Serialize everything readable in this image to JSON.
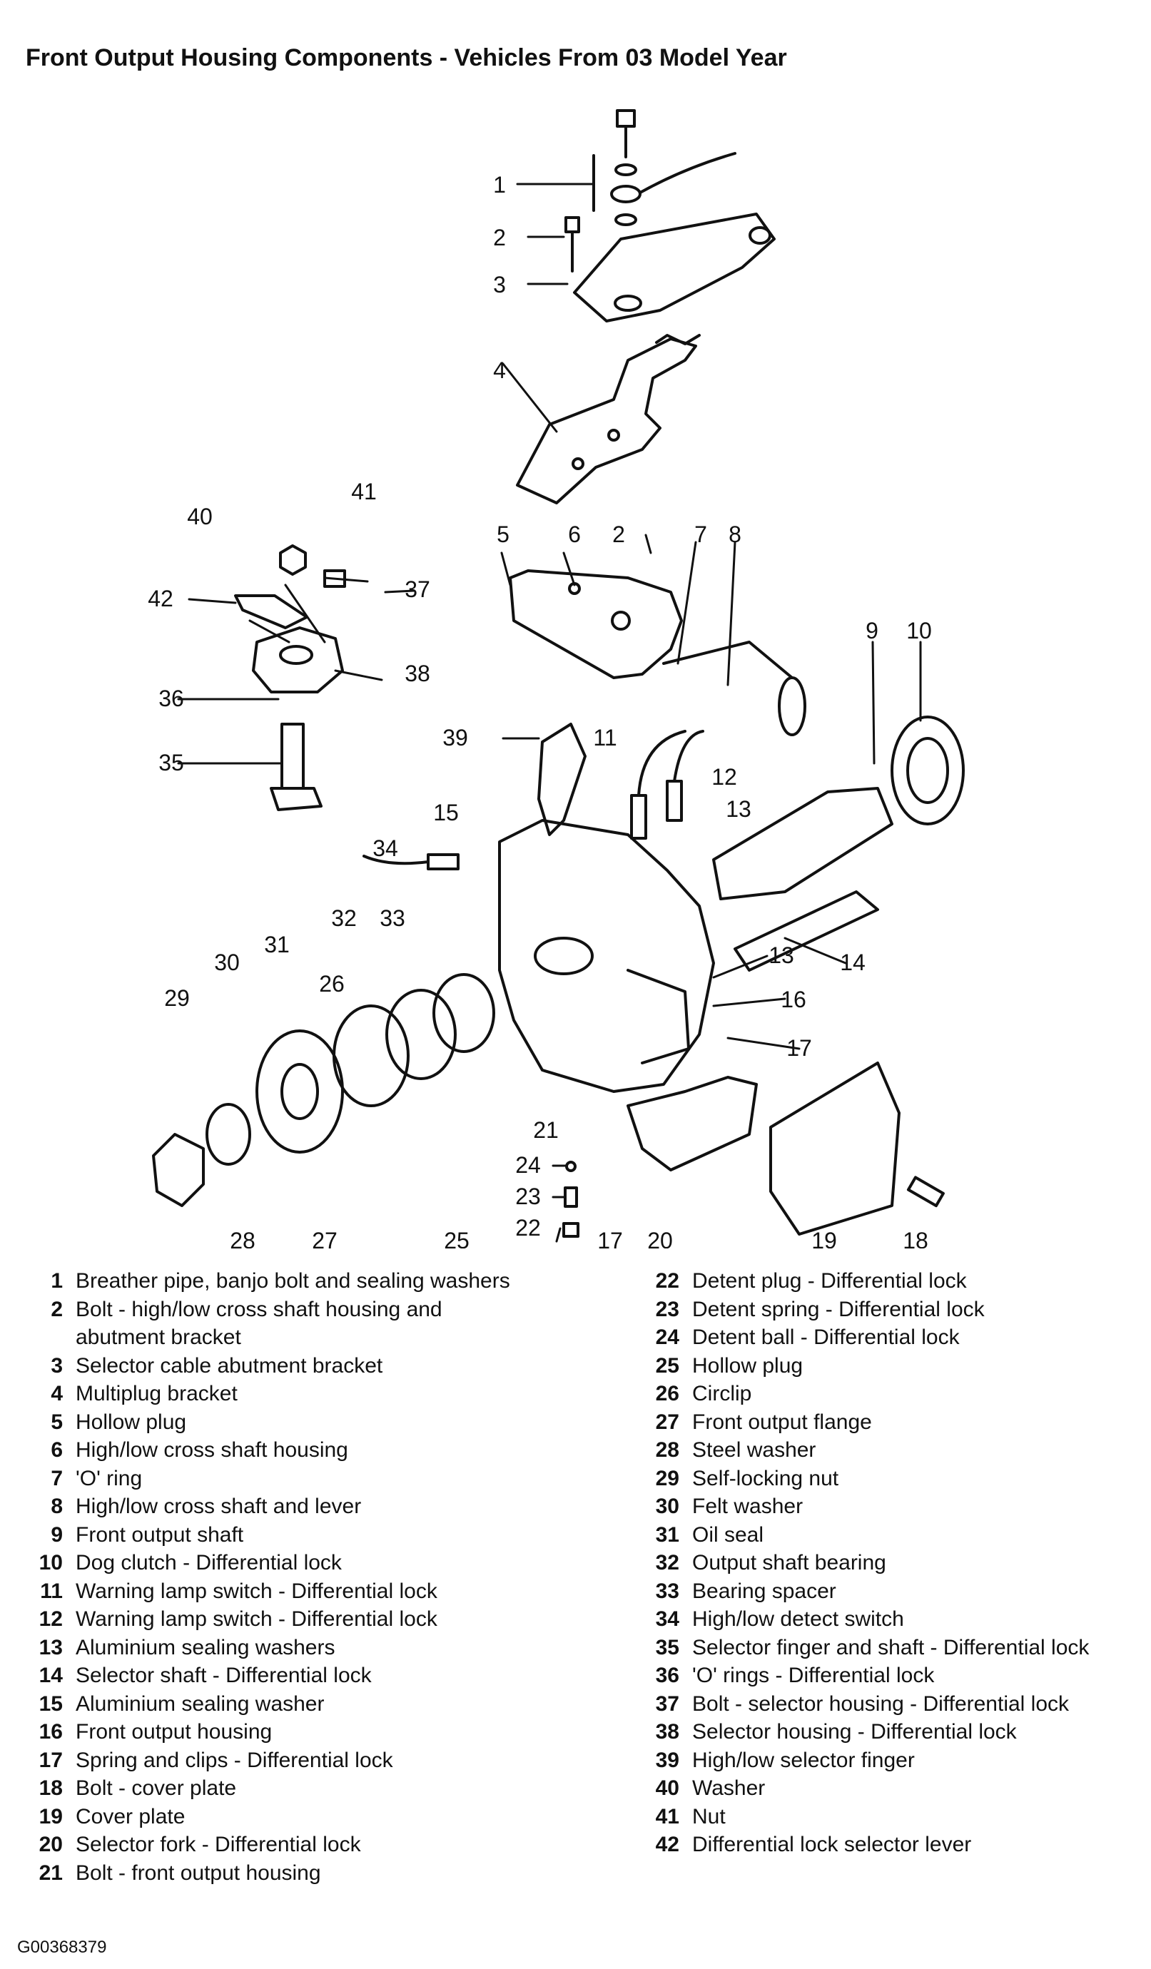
{
  "title": "Front Output Housing Components - Vehicles From 03 Model Year",
  "figure_id": "G00368379",
  "callout_numbers": {
    "c1": "1",
    "c2a": "2",
    "c2b": "2",
    "c3": "3",
    "c4": "4",
    "c5": "5",
    "c6": "6",
    "c7": "7",
    "c8": "8",
    "c9": "9",
    "c10": "10",
    "c11": "11",
    "c12": "12",
    "c13a": "13",
    "c13b": "13",
    "c14": "14",
    "c15": "15",
    "c16": "16",
    "c17a": "17",
    "c17b": "17",
    "c18": "18",
    "c19": "19",
    "c20": "20",
    "c21": "21",
    "c22": "22",
    "c23": "23",
    "c24": "24",
    "c25": "25",
    "c26": "26",
    "c27": "27",
    "c28": "28",
    "c29": "29",
    "c30": "30",
    "c31": "31",
    "c32": "32",
    "c33": "33",
    "c34": "34",
    "c35": "35",
    "c36": "36",
    "c37": "37",
    "c38": "38",
    "c39": "39",
    "c40": "40",
    "c41": "41",
    "c42": "42"
  },
  "legend_left": [
    {
      "num": "1",
      "text": "Breather pipe, banjo bolt and sealing washers"
    },
    {
      "num": "2",
      "text": "Bolt - high/low cross shaft housing and"
    },
    {
      "num": "",
      "text": "abutment bracket"
    },
    {
      "num": "3",
      "text": "Selector cable abutment bracket"
    },
    {
      "num": "4",
      "text": "Multiplug bracket"
    },
    {
      "num": "5",
      "text": "Hollow plug"
    },
    {
      "num": "6",
      "text": "High/low cross shaft housing"
    },
    {
      "num": "7",
      "text": "'O' ring"
    },
    {
      "num": "8",
      "text": "High/low cross shaft and lever"
    },
    {
      "num": "9",
      "text": "Front output shaft"
    },
    {
      "num": "10",
      "text": "Dog clutch - Differential lock"
    },
    {
      "num": "11",
      "text": "Warning lamp switch - Differential lock"
    },
    {
      "num": "12",
      "text": "Warning lamp switch - Differential lock"
    },
    {
      "num": "13",
      "text": "Aluminium sealing washers"
    },
    {
      "num": "14",
      "text": "Selector shaft - Differential lock"
    },
    {
      "num": "15",
      "text": "Aluminium sealing washer"
    },
    {
      "num": "16",
      "text": "Front output housing"
    },
    {
      "num": "17",
      "text": "Spring and clips - Differential lock"
    },
    {
      "num": "18",
      "text": "Bolt - cover plate"
    },
    {
      "num": "19",
      "text": "Cover plate"
    },
    {
      "num": "20",
      "text": "Selector fork - Differential lock"
    },
    {
      "num": "21",
      "text": "Bolt - front output housing"
    }
  ],
  "legend_right": [
    {
      "num": "22",
      "text": "Detent plug - Differential lock"
    },
    {
      "num": "23",
      "text": "Detent spring - Differential lock"
    },
    {
      "num": "24",
      "text": "Detent ball - Differential lock"
    },
    {
      "num": "25",
      "text": "Hollow plug"
    },
    {
      "num": "26",
      "text": "Circlip"
    },
    {
      "num": "27",
      "text": "Front output flange"
    },
    {
      "num": "28",
      "text": "Steel washer"
    },
    {
      "num": "29",
      "text": "Self-locking nut"
    },
    {
      "num": "30",
      "text": "Felt washer"
    },
    {
      "num": "31",
      "text": "Oil seal"
    },
    {
      "num": "32",
      "text": "Output shaft bearing"
    },
    {
      "num": "33",
      "text": "Bearing spacer"
    },
    {
      "num": "34",
      "text": "High/low detect switch"
    },
    {
      "num": "35",
      "text": "Selector finger and shaft - Differential lock"
    },
    {
      "num": "36",
      "text": "'O' rings - Differential lock"
    },
    {
      "num": "37",
      "text": "Bolt - selector housing - Differential lock"
    },
    {
      "num": "38",
      "text": "Selector housing - Differential lock"
    },
    {
      "num": "39",
      "text": "High/low selector finger"
    },
    {
      "num": "40",
      "text": "Washer"
    },
    {
      "num": "41",
      "text": "Nut"
    },
    {
      "num": "42",
      "text": "Differential lock selector lever"
    }
  ]
}
